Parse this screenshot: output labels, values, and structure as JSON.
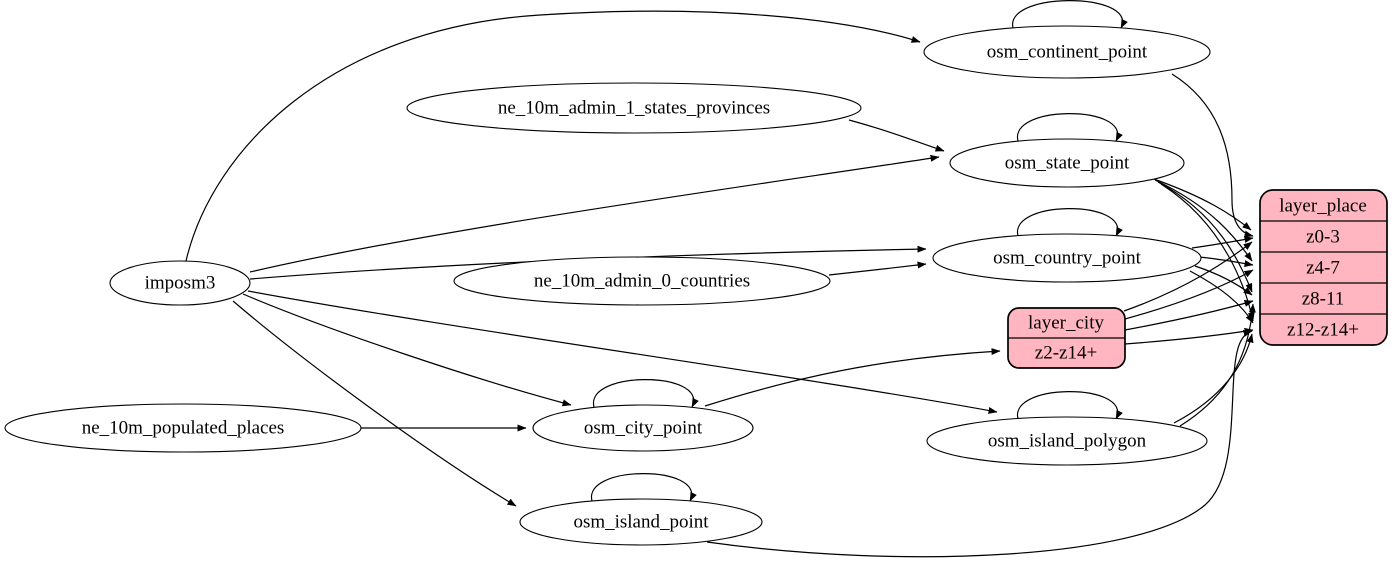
{
  "colors": {
    "background": "#ffffff",
    "node_fill": "#ffffff",
    "record_fill": "#ffb6c1",
    "edge": "#000000",
    "text": "#000000"
  },
  "nodes": {
    "imposm3": "imposm3",
    "ne_10m_admin_1_states_provinces": "ne_10m_admin_1_states_provinces",
    "ne_10m_admin_0_countries": "ne_10m_admin_0_countries",
    "ne_10m_populated_places": "ne_10m_populated_places",
    "osm_continent_point": "osm_continent_point",
    "osm_state_point": "osm_state_point",
    "osm_country_point": "osm_country_point",
    "osm_city_point": "osm_city_point",
    "osm_island_polygon": "osm_island_polygon",
    "osm_island_point": "osm_island_point"
  },
  "records": {
    "layer_city": {
      "title": "layer_city",
      "rows": [
        "z2-z14+"
      ]
    },
    "layer_place": {
      "title": "layer_place",
      "rows": [
        "z0-3",
        "z4-7",
        "z8-11",
        "z12-z14+"
      ]
    }
  },
  "edges": [
    {
      "from": "imposm3",
      "to": "osm_continent_point"
    },
    {
      "from": "imposm3",
      "to": "osm_state_point"
    },
    {
      "from": "imposm3",
      "to": "osm_country_point"
    },
    {
      "from": "imposm3",
      "to": "osm_city_point"
    },
    {
      "from": "imposm3",
      "to": "osm_island_polygon"
    },
    {
      "from": "imposm3",
      "to": "osm_island_point"
    },
    {
      "from": "ne_10m_admin_1_states_provinces",
      "to": "osm_state_point"
    },
    {
      "from": "ne_10m_admin_0_countries",
      "to": "osm_country_point"
    },
    {
      "from": "ne_10m_populated_places",
      "to": "osm_city_point"
    },
    {
      "from": "osm_continent_point",
      "to": "osm_continent_point"
    },
    {
      "from": "osm_state_point",
      "to": "osm_state_point"
    },
    {
      "from": "osm_country_point",
      "to": "osm_country_point"
    },
    {
      "from": "osm_city_point",
      "to": "osm_city_point"
    },
    {
      "from": "osm_island_polygon",
      "to": "osm_island_polygon"
    },
    {
      "from": "osm_island_point",
      "to": "osm_island_point"
    },
    {
      "from": "osm_continent_point",
      "to": "layer_place",
      "row": "z0-3"
    },
    {
      "from": "osm_state_point",
      "to": "layer_place",
      "row": "z0-3"
    },
    {
      "from": "osm_state_point",
      "to": "layer_place",
      "row": "z4-7"
    },
    {
      "from": "osm_state_point",
      "to": "layer_place",
      "row": "z8-11"
    },
    {
      "from": "osm_state_point",
      "to": "layer_place",
      "row": "z12-z14+"
    },
    {
      "from": "osm_country_point",
      "to": "layer_place",
      "row": "z0-3"
    },
    {
      "from": "osm_country_point",
      "to": "layer_place",
      "row": "z4-7"
    },
    {
      "from": "osm_country_point",
      "to": "layer_place",
      "row": "z8-11"
    },
    {
      "from": "osm_country_point",
      "to": "layer_place",
      "row": "z12-z14+"
    },
    {
      "from": "osm_city_point",
      "to": "layer_city",
      "row": "z2-z14+"
    },
    {
      "from": "layer_city",
      "to": "layer_place",
      "row": "z0-3"
    },
    {
      "from": "layer_city",
      "to": "layer_place",
      "row": "z4-7"
    },
    {
      "from": "layer_city",
      "to": "layer_place",
      "row": "z8-11"
    },
    {
      "from": "layer_city",
      "to": "layer_place",
      "row": "z12-z14+"
    },
    {
      "from": "osm_island_polygon",
      "to": "layer_place",
      "row": "z8-11"
    },
    {
      "from": "osm_island_polygon",
      "to": "layer_place",
      "row": "z12-z14+"
    },
    {
      "from": "osm_island_point",
      "to": "layer_place",
      "row": "z12-z14+"
    }
  ]
}
